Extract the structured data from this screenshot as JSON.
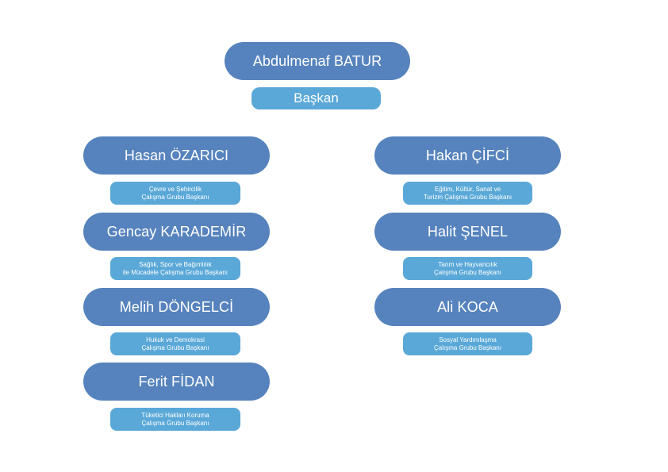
{
  "chair": {
    "name": "Abdulmenaf BATUR",
    "role": "Başkan"
  },
  "left_column": [
    {
      "name": "Hasan ÖZARICI",
      "role_line1": "Çevre ve Şehircilik",
      "role_line2": "Çalışma Grubu Başkanı"
    },
    {
      "name": "Gencay KARADEMİR",
      "role_line1": "Sağlık, Spor ve Bağımlılık",
      "role_line2": "ile Mücadele Çalışma Grubu Başkanı"
    },
    {
      "name": "Melih DÖNGELCİ",
      "role_line1": "Hukuk ve Demokrasi",
      "role_line2": "Çalışma Grubu Başkanı"
    },
    {
      "name": "Ferit FİDAN",
      "role_line1": "Tüketici Hakları Koruma",
      "role_line2": "Çalışma Grubu Başkanı"
    }
  ],
  "right_column": [
    {
      "name": "Hakan ÇİFCİ",
      "role_line1": "Eğitim, Kültür, Sanat ve",
      "role_line2": "Turizm Çalışma Grubu Başkanı"
    },
    {
      "name": "Halit ŞENEL",
      "role_line1": "Tarım ve Hayvancılık",
      "role_line2": "Çalışma Grubu Başkanı"
    },
    {
      "name": "Ali KOCA",
      "role_line1": "Sosyal Yardımlaşma",
      "role_line2": "Çalışma Grubu Başkanı"
    }
  ],
  "colors": {
    "name_pill": "#5683bd",
    "role_pill": "#5aa8d8",
    "text": "#ffffff"
  }
}
